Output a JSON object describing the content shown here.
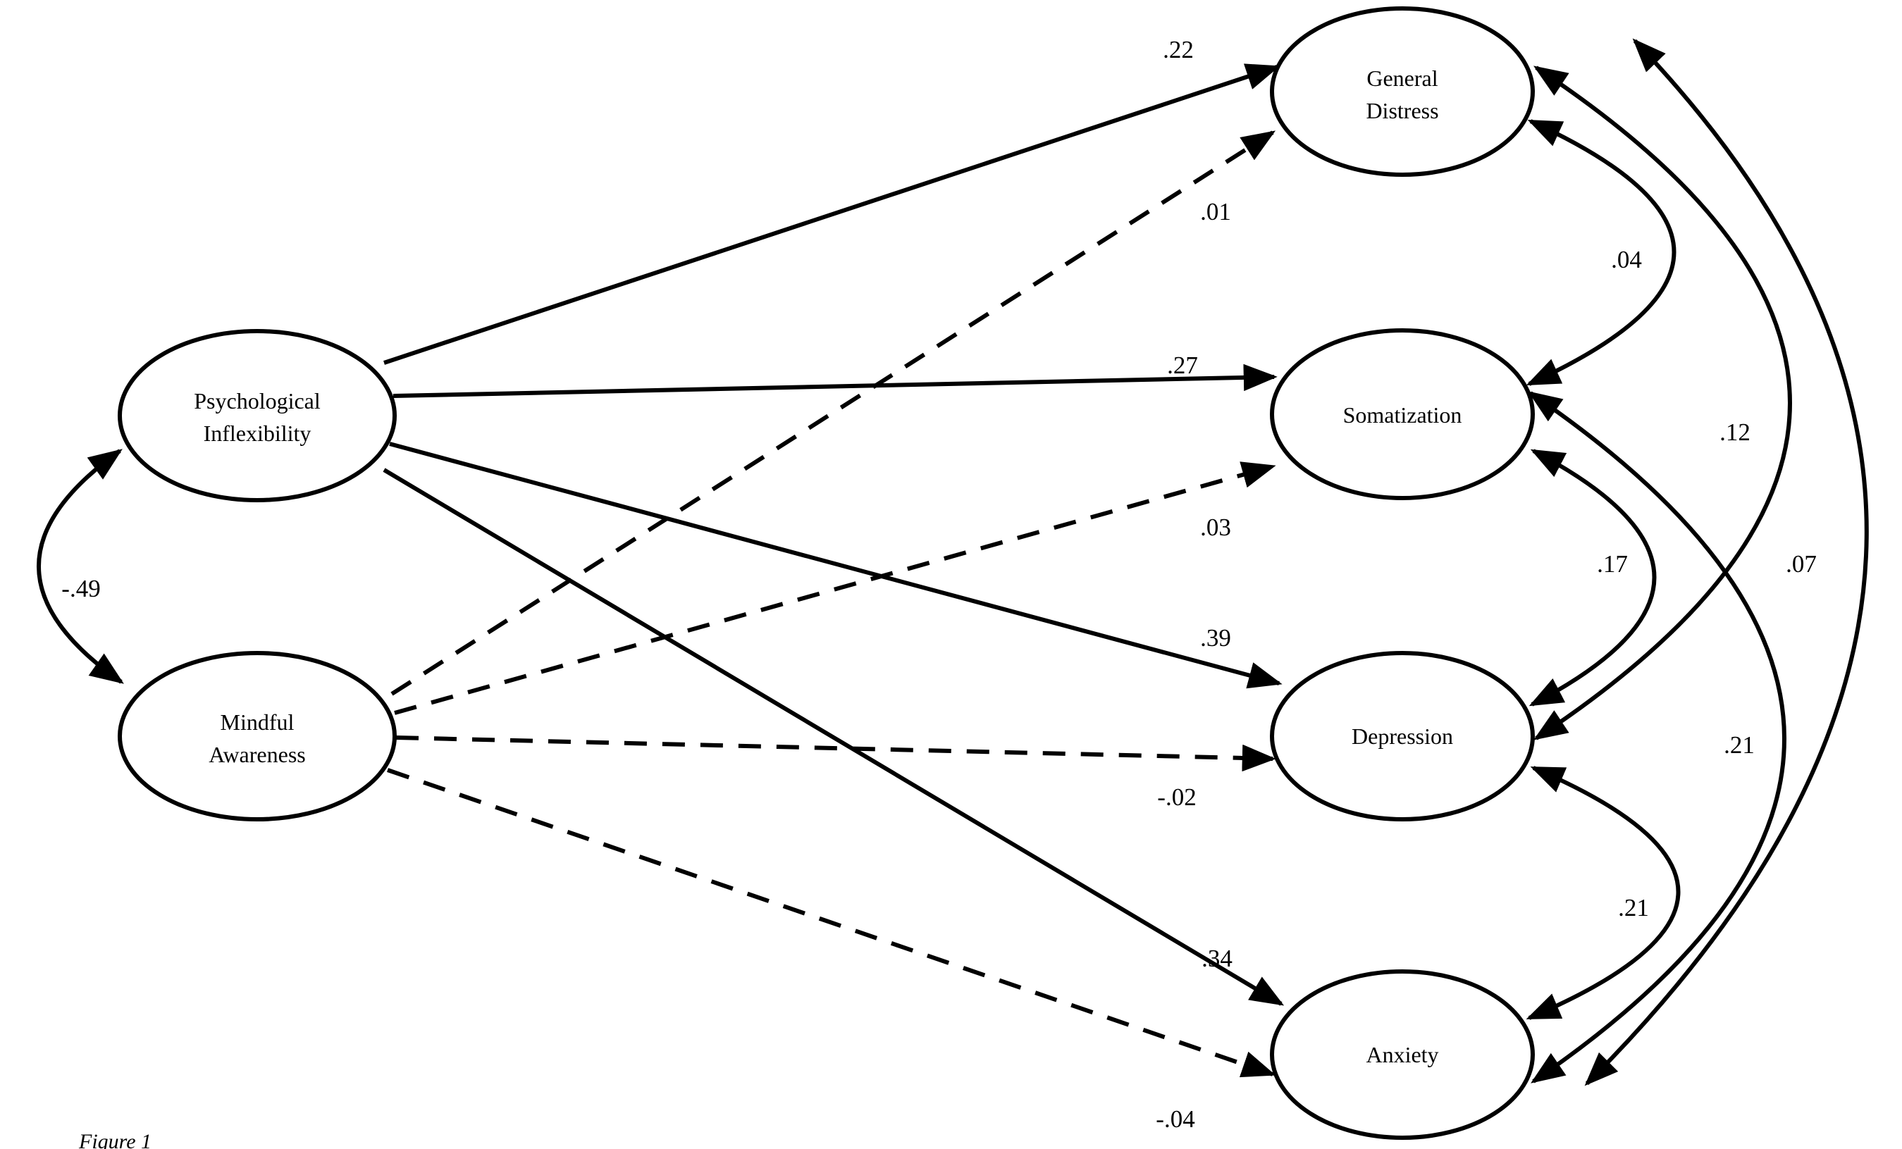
{
  "figure": {
    "caption": "Figure 1",
    "colors": {
      "ink": "#000000",
      "background": "#ffffff"
    },
    "nodes": {
      "psychological_inflexibility": {
        "lines": [
          "Psychological",
          "Inflexibility"
        ]
      },
      "mindful_awareness": {
        "lines": [
          "Mindful",
          "Awareness"
        ]
      },
      "general_distress": {
        "lines": [
          "General",
          "Distress"
        ]
      },
      "somatization": {
        "lines": [
          "Somatization"
        ]
      },
      "depression": {
        "lines": [
          "Depression"
        ]
      },
      "anxiety": {
        "lines": [
          "Anxiety"
        ]
      }
    },
    "edges": {
      "pi_gd": {
        "from": "Psychological Inflexibility",
        "to": "General Distress",
        "style": "solid",
        "value": ".22"
      },
      "pi_som": {
        "from": "Psychological Inflexibility",
        "to": "Somatization",
        "style": "solid",
        "value": ".27"
      },
      "pi_dep": {
        "from": "Psychological Inflexibility",
        "to": "Depression",
        "style": "solid",
        "value": ".39"
      },
      "pi_anx": {
        "from": "Psychological Inflexibility",
        "to": "Anxiety",
        "style": "solid",
        "value": ".34"
      },
      "ma_gd": {
        "from": "Mindful Awareness",
        "to": "General Distress",
        "style": "dashed",
        "value": ".01"
      },
      "ma_som": {
        "from": "Mindful Awareness",
        "to": "Somatization",
        "style": "dashed",
        "value": ".03"
      },
      "ma_dep": {
        "from": "Mindful Awareness",
        "to": "Depression",
        "style": "dashed",
        "value": "-.02"
      },
      "ma_anx": {
        "from": "Mindful Awareness",
        "to": "Anxiety",
        "style": "dashed",
        "value": "-.04"
      },
      "pi_ma": {
        "from": "Psychological Inflexibility",
        "to": "Mindful Awareness",
        "style": "curved-bidirectional",
        "value": "-.49"
      },
      "gd_som": {
        "from": "General Distress",
        "to": "Somatization",
        "style": "curved-bidirectional",
        "value": ".04"
      },
      "gd_dep": {
        "from": "General Distress",
        "to": "Depression",
        "style": "curved-bidirectional",
        "value": ".12"
      },
      "som_dep": {
        "from": "Somatization",
        "to": "Depression",
        "style": "curved-bidirectional",
        "value": ".17"
      },
      "som_anx": {
        "from": "Somatization",
        "to": "Anxiety",
        "style": "curved-bidirectional",
        "value": ".21"
      },
      "dep_anx": {
        "from": "Depression",
        "to": "Anxiety",
        "style": "curved-bidirectional",
        "value": ".21"
      },
      "gd_anx": {
        "from": "General Distress",
        "to": "Anxiety",
        "style": "curved-bidirectional",
        "value": ".07"
      }
    }
  }
}
